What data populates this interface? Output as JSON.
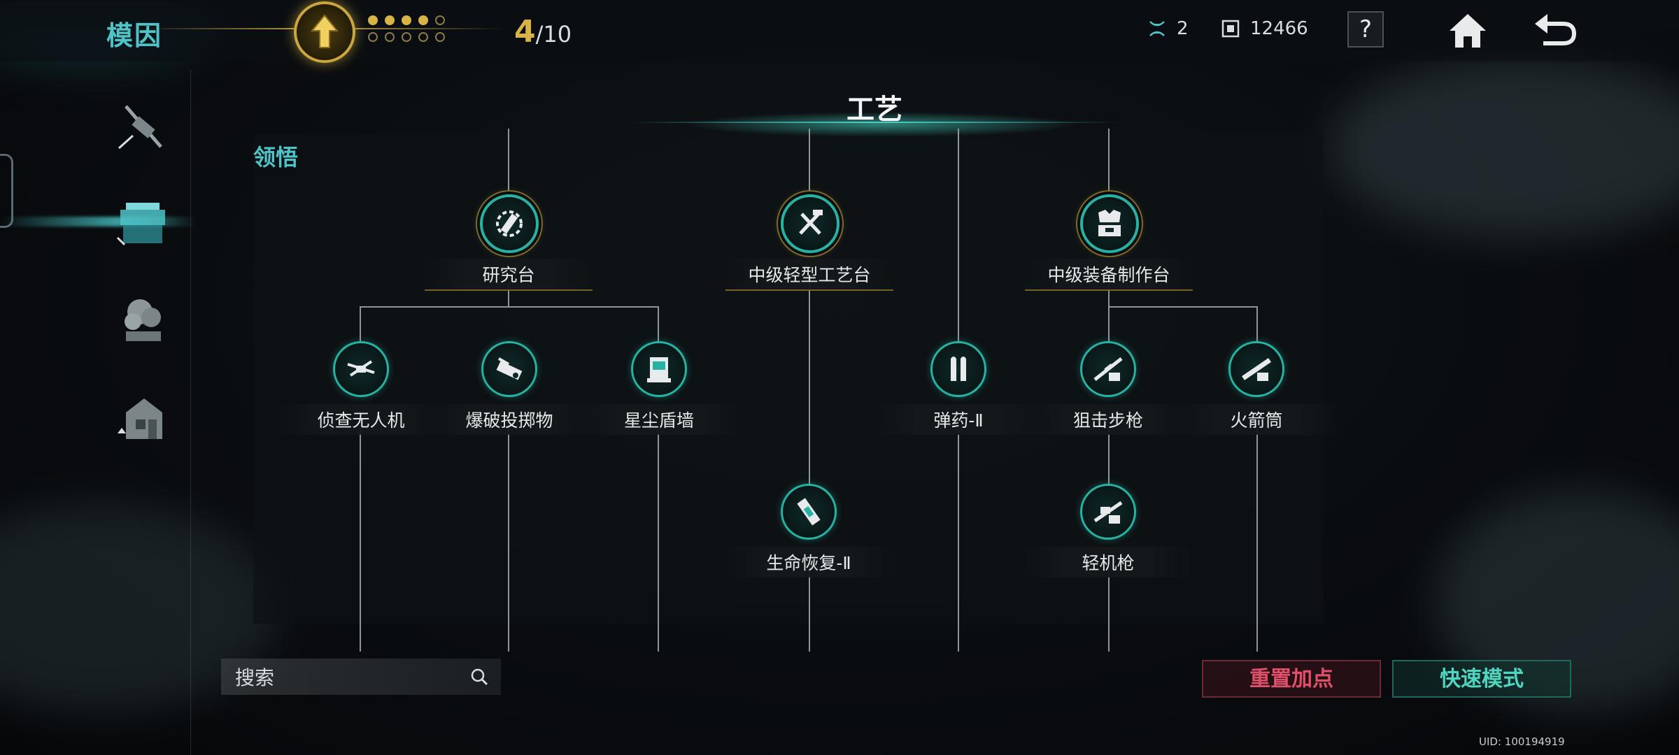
{
  "header": {
    "title": "模因",
    "level_progress": {
      "current": "4",
      "separator": "/",
      "total": "10"
    },
    "pips_filled": 4,
    "pips_total": 10,
    "resources": [
      {
        "icon": "gene-icon",
        "value": "2"
      },
      {
        "icon": "point-chip-icon",
        "value": "12466"
      }
    ],
    "help_label": "?"
  },
  "sidebar": {
    "items": [
      {
        "icon": "weapon-category-icon"
      },
      {
        "icon": "workbench-category-icon",
        "active": true
      },
      {
        "icon": "plant-category-icon"
      },
      {
        "icon": "building-category-icon"
      }
    ]
  },
  "panel": {
    "tab_label": "领悟",
    "section_title": "工艺",
    "nodes": {
      "research_bench": "研究台",
      "mid_light_bench": "中级轻型工艺台",
      "mid_equip_bench": "中级装备制作台",
      "scout_drone": "侦查无人机",
      "demolition_throwable": "爆破投掷物",
      "stardust_shield": "星尘盾墙",
      "ammo_2": "弹药-Ⅱ",
      "sniper_rifle": "狙击步枪",
      "rocket_launcher": "火箭筒",
      "life_recovery_2": "生命恢复-Ⅱ",
      "light_machine_gun": "轻机枪"
    }
  },
  "search": {
    "placeholder": "搜索"
  },
  "buttons": {
    "reset": "重置加点",
    "quick_mode": "快速模式"
  },
  "footer": {
    "uid": "UID: 100194919"
  },
  "colors": {
    "accent": "#4fc3c8",
    "gold": "#d8b444",
    "node_ring": "#26b3a3",
    "reset": "#e0506a",
    "quick": "#4fd6c0"
  }
}
